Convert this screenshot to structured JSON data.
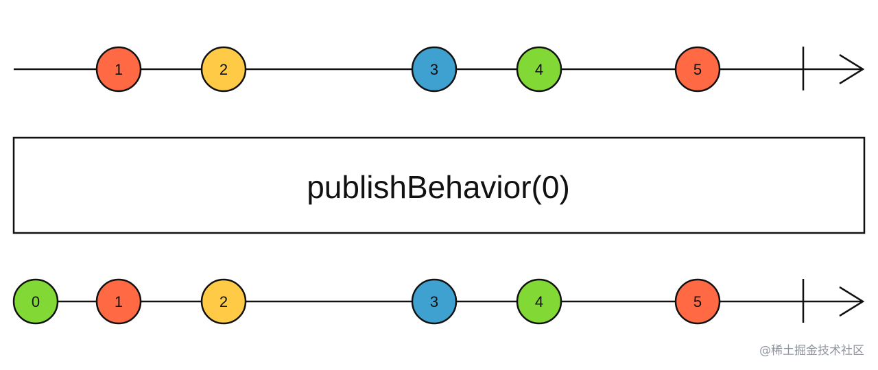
{
  "operator": {
    "label": "publishBehavior(0)"
  },
  "source_timeline": {
    "marbles": [
      {
        "label": "1",
        "color": "#ff6a45"
      },
      {
        "label": "2",
        "color": "#ffcb47"
      },
      {
        "label": "3",
        "color": "#3ea1cf"
      },
      {
        "label": "4",
        "color": "#82d936"
      },
      {
        "label": "5",
        "color": "#ff6a45"
      }
    ],
    "completed": true
  },
  "result_timeline": {
    "marbles": [
      {
        "label": "0",
        "color": "#82d936"
      },
      {
        "label": "1",
        "color": "#ff6a45"
      },
      {
        "label": "2",
        "color": "#ffcb47"
      },
      {
        "label": "3",
        "color": "#3ea1cf"
      },
      {
        "label": "4",
        "color": "#82d936"
      },
      {
        "label": "5",
        "color": "#ff6a45"
      }
    ],
    "completed": true
  },
  "watermark": "@稀土掘金技术社区"
}
